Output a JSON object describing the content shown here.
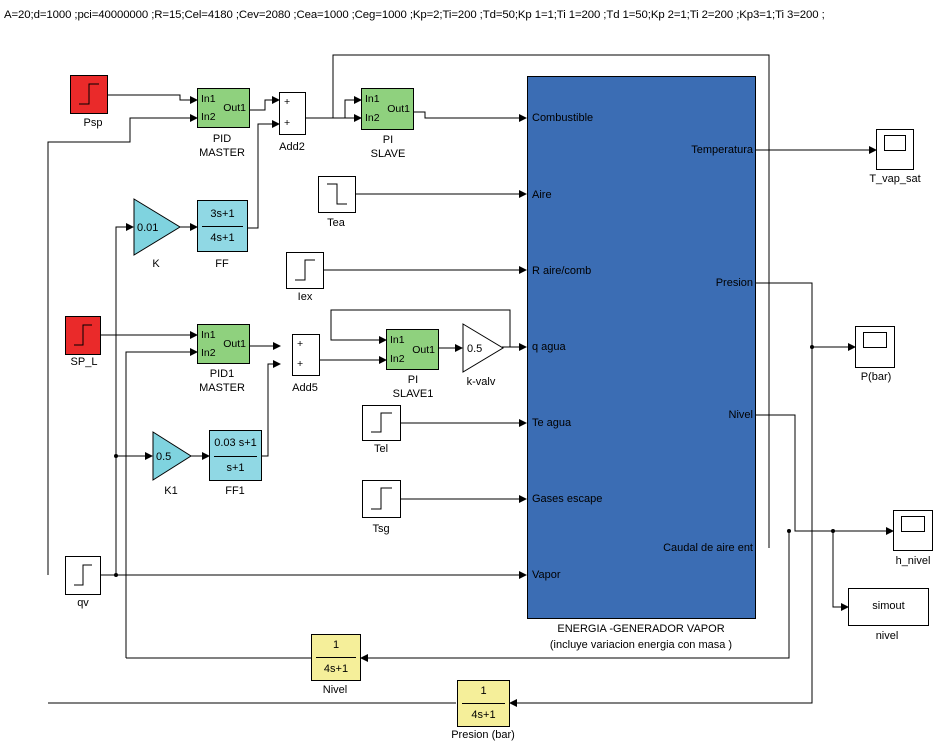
{
  "params": "A=20;d=1000 ;pci=40000000  ;R=15;Cel=4180 ;Cev=2080 ;Cea=1000 ;Ceg=1000 ;Kp=2;Ti=200 ;Td=50;Kp 1=1;Ti 1=200 ;Td 1=50;Kp 2=1;Ti 2=200 ;Kp3=1;Ti 3=200 ;",
  "blocks": {
    "psp": {
      "label": "Psp"
    },
    "sp_l": {
      "label": "SP_L"
    },
    "qv": {
      "label": "qv"
    },
    "pid_master": {
      "label1": "PID",
      "label2": "MASTER",
      "in1": "In1",
      "in2": "In2",
      "out": "Out1"
    },
    "pid1_master": {
      "label1": "PID1",
      "label2": "MASTER",
      "in1": "In1",
      "in2": "In2",
      "out": "Out1"
    },
    "pi_slave": {
      "label1": "PI",
      "label2": "SLAVE",
      "in1": "In1",
      "in2": "In2",
      "out": "Out1"
    },
    "pi_slave1": {
      "label1": "PI",
      "label2": "SLAVE1",
      "in1": "In1",
      "in2": "In2",
      "out": "Out1"
    },
    "add2": {
      "label": "Add2",
      "s1": "+",
      "s2": "+"
    },
    "add5": {
      "label": "Add5",
      "s1": "+",
      "s2": "+"
    },
    "k": {
      "label": "K",
      "value": "0.01"
    },
    "k1": {
      "label": "K1",
      "value": "0.5"
    },
    "kvalv": {
      "label": "k-valv",
      "value": "0.5"
    },
    "ff": {
      "label": "FF",
      "num": "3s+1",
      "den": "4s+1"
    },
    "ff1": {
      "label": "FF1",
      "num": "0.03 s+1",
      "den": "s+1"
    },
    "tea": {
      "label": "Tea"
    },
    "iex": {
      "label": "Iex"
    },
    "tel": {
      "label": "Tel"
    },
    "tsg": {
      "label": "Tsg"
    },
    "nivel_tf": {
      "label": "Nivel",
      "num": "1",
      "den": "4s+1"
    },
    "presion_tf": {
      "label": "Presion (bar)",
      "num": "1",
      "den": "4s+1"
    },
    "t_vap_sat": {
      "label": "T_vap_sat"
    },
    "p_bar": {
      "label": "P(bar)"
    },
    "h_nivel": {
      "label": "h_nivel"
    },
    "simout": {
      "label": "nivel",
      "text": "simout"
    }
  },
  "plant": {
    "title1": "ENERGIA -GENERADOR VAPOR",
    "title2": "(incluye variacion energia con masa      )",
    "inputs": [
      "Combustible",
      "Aire",
      "R aire/comb",
      "q agua",
      "Te agua",
      "Gases escape",
      "Vapor"
    ],
    "outputs": [
      "Temperatura",
      "Presion",
      "Nivel",
      "Caudal de aire ent"
    ]
  },
  "colors": {
    "plant": "#3b6db4",
    "step_red": "#ea2a2a",
    "pid": "#8fd17e",
    "gain": "#7fd3df",
    "tf_blue": "#90d8e4",
    "tf_yellow": "#f5ef9a"
  }
}
